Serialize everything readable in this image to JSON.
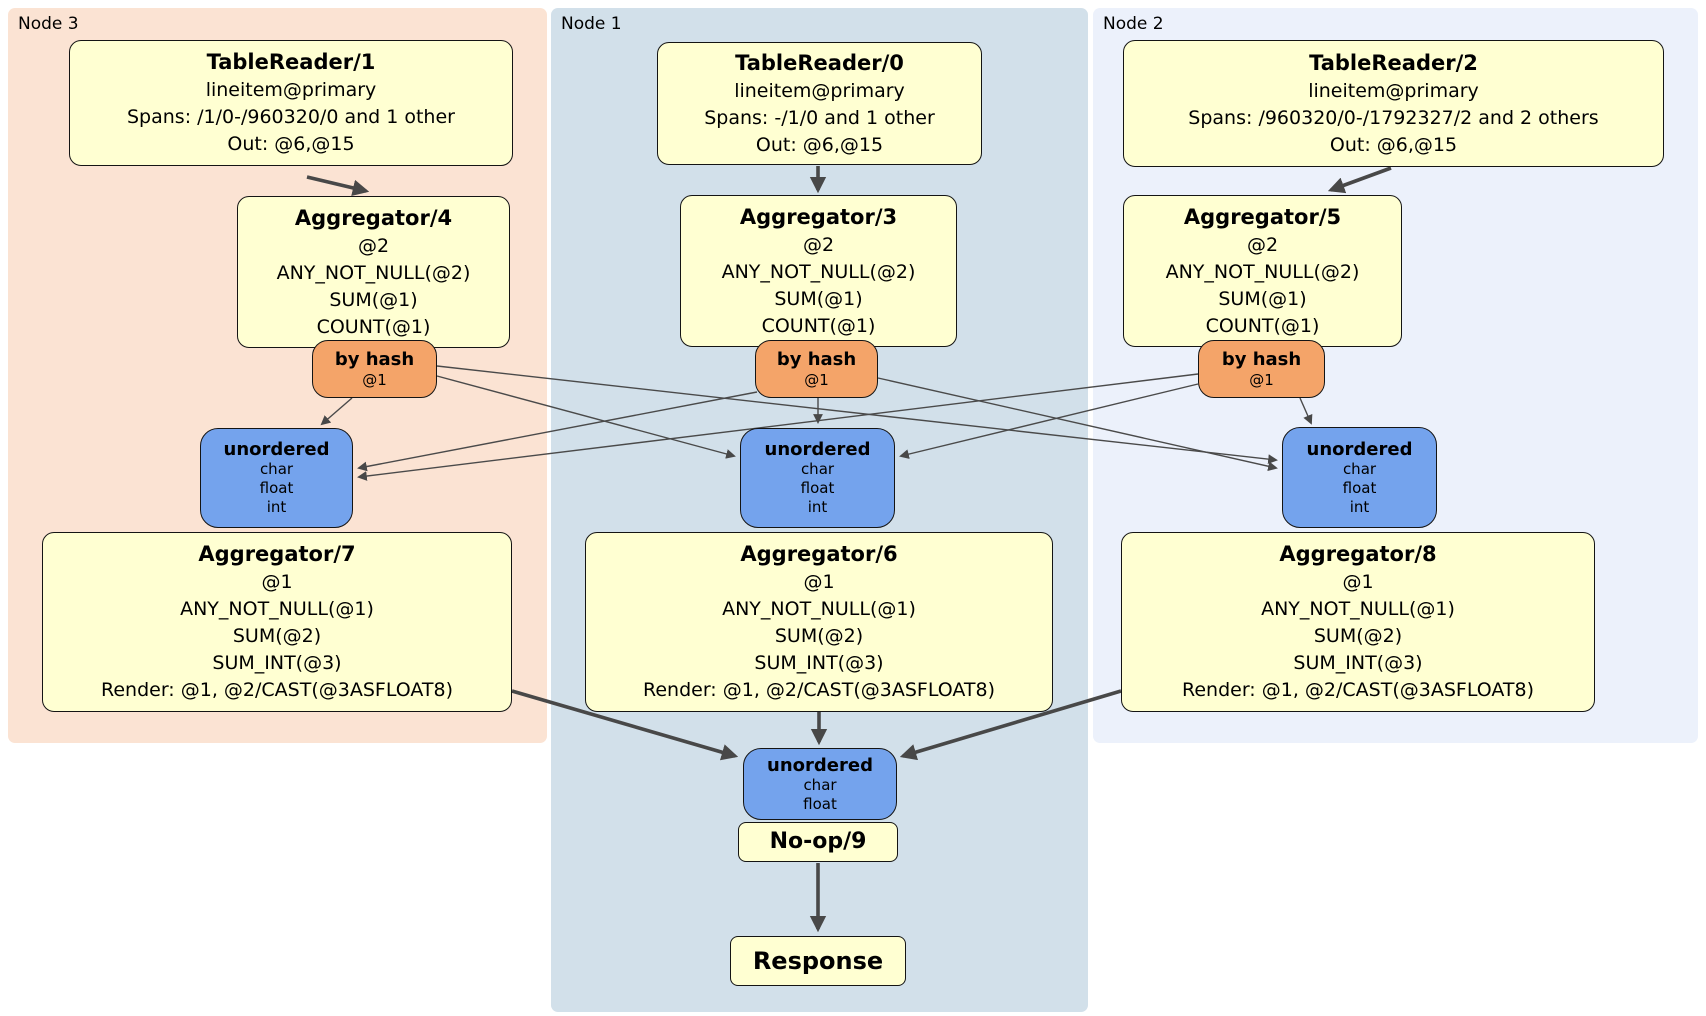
{
  "regions": [
    {
      "label": "Node 3"
    },
    {
      "label": "Node 1"
    },
    {
      "label": "Node 2"
    }
  ],
  "processors": {
    "tr1": {
      "title": "TableReader/1",
      "lines": [
        "lineitem@primary",
        "Spans: /1/0-/960320/0 and 1 other",
        "Out: @6,@15"
      ]
    },
    "tr0": {
      "title": "TableReader/0",
      "lines": [
        "lineitem@primary",
        "Spans: -/1/0 and 1 other",
        "Out: @6,@15"
      ]
    },
    "tr2": {
      "title": "TableReader/2",
      "lines": [
        "lineitem@primary",
        "Spans: /960320/0-/1792327/2 and 2 others",
        "Out: @6,@15"
      ]
    },
    "agg4": {
      "title": "Aggregator/4",
      "lines": [
        "@2",
        "ANY_NOT_NULL(@2)",
        "SUM(@1)",
        "COUNT(@1)"
      ]
    },
    "agg3": {
      "title": "Aggregator/3",
      "lines": [
        "@2",
        "ANY_NOT_NULL(@2)",
        "SUM(@1)",
        "COUNT(@1)"
      ]
    },
    "agg5": {
      "title": "Aggregator/5",
      "lines": [
        "@2",
        "ANY_NOT_NULL(@2)",
        "SUM(@1)",
        "COUNT(@1)"
      ]
    },
    "agg7": {
      "title": "Aggregator/7",
      "lines": [
        "@1",
        "ANY_NOT_NULL(@1)",
        "SUM(@2)",
        "SUM_INT(@3)",
        "Render: @1, @2/CAST(@3ASFLOAT8)"
      ]
    },
    "agg6": {
      "title": "Aggregator/6",
      "lines": [
        "@1",
        "ANY_NOT_NULL(@1)",
        "SUM(@2)",
        "SUM_INT(@3)",
        "Render: @1, @2/CAST(@3ASFLOAT8)"
      ]
    },
    "agg8": {
      "title": "Aggregator/8",
      "lines": [
        "@1",
        "ANY_NOT_NULL(@1)",
        "SUM(@2)",
        "SUM_INT(@3)",
        "Render: @1, @2/CAST(@3ASFLOAT8)"
      ]
    },
    "noop": {
      "title": "No-op/9"
    },
    "response": {
      "title": "Response"
    }
  },
  "routers": {
    "hash_left": {
      "title": "by hash",
      "detail": "@1"
    },
    "hash_center": {
      "title": "by hash",
      "detail": "@1"
    },
    "hash_right": {
      "title": "by hash",
      "detail": "@1"
    }
  },
  "syncs": {
    "unordered_left": {
      "title": "unordered",
      "lines": [
        "char",
        "float",
        "int"
      ]
    },
    "unordered_center": {
      "title": "unordered",
      "lines": [
        "char",
        "float",
        "int"
      ]
    },
    "unordered_right": {
      "title": "unordered",
      "lines": [
        "char",
        "float",
        "int"
      ]
    },
    "unordered_final": {
      "title": "unordered",
      "lines": [
        "char",
        "float"
      ]
    }
  },
  "colors": {
    "node3_bg": "#fbe3d3",
    "node1_bg": "#d2e0ea",
    "node2_bg": "#ecf1fb",
    "processor_fill": "#ffffd2",
    "router_fill": "#f4a469",
    "sync_fill": "#74a3ed",
    "box_border": "#141414",
    "edge": "#484848"
  }
}
